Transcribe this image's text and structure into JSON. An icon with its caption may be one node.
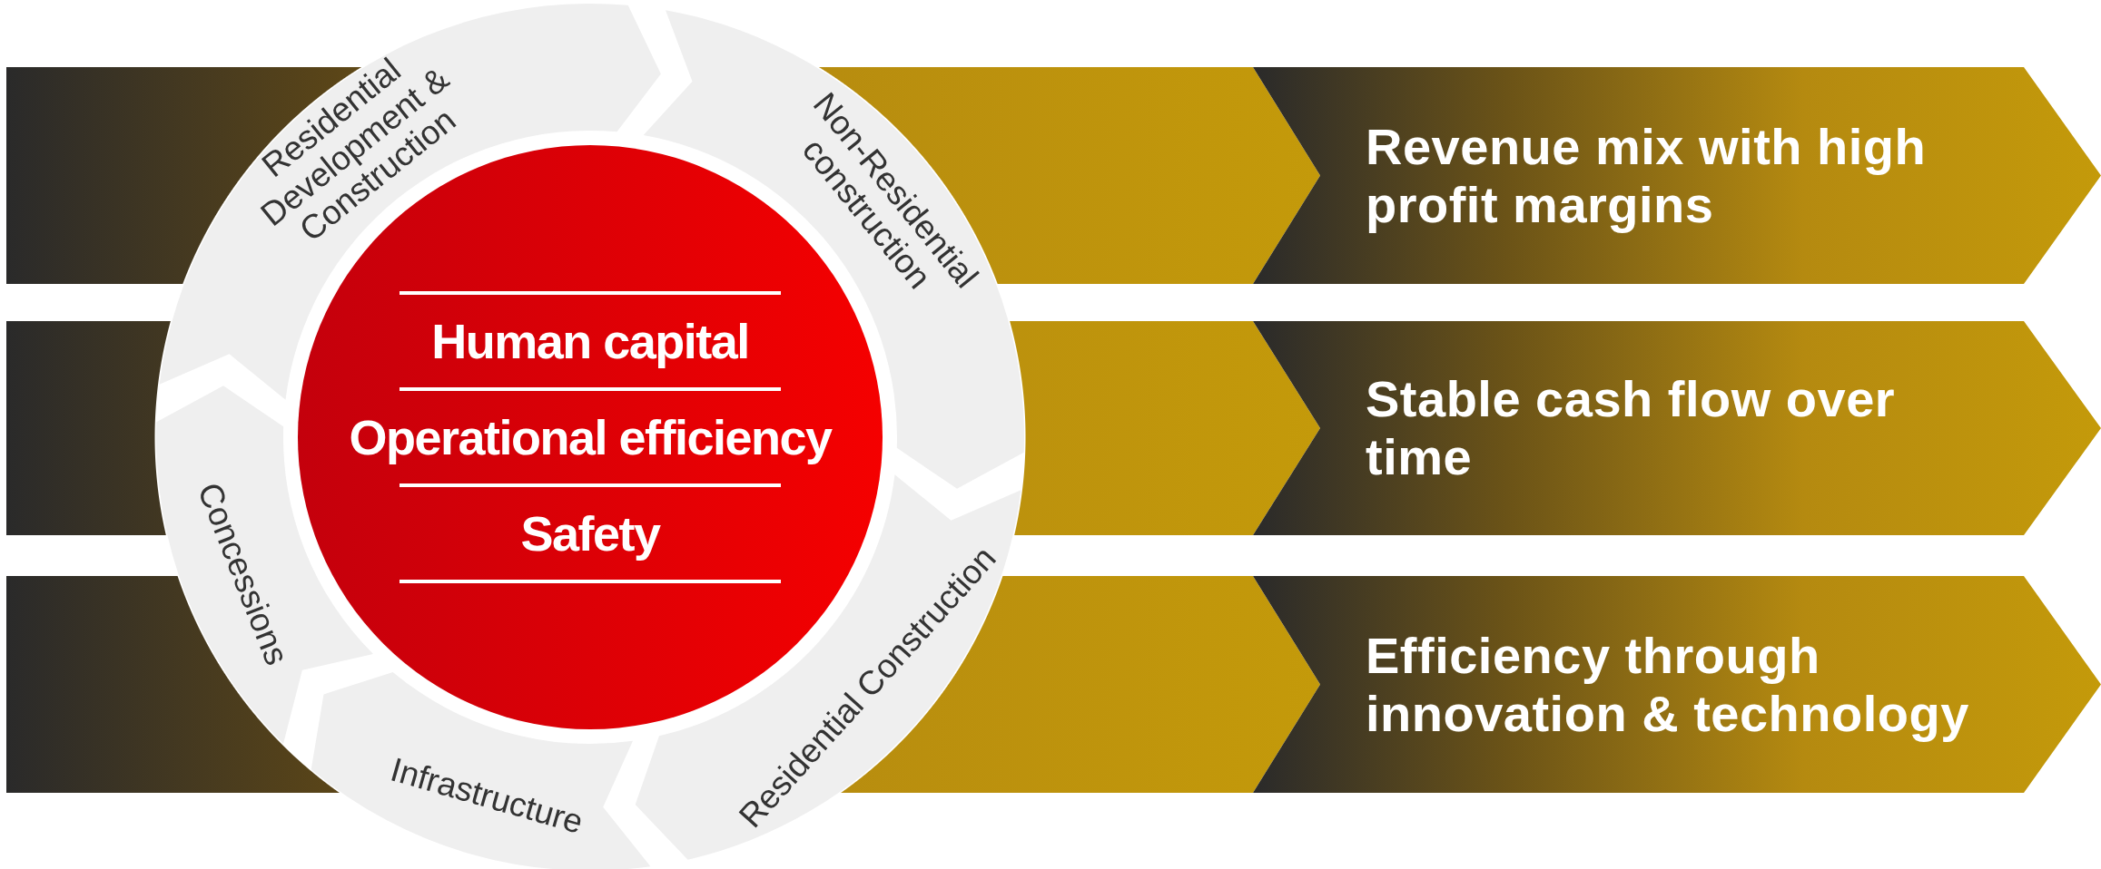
{
  "diagram": {
    "nodes": [
      {
        "text": [
          "Human capital",
          "Operational efficiency",
          "Safety"
        ]
      },
      {
        "text": [
          "Residential Development & Construction"
        ]
      },
      {
        "text": [
          "Non-Residential construction"
        ]
      },
      {
        "text": [
          "Residential Construction"
        ]
      },
      {
        "text": [
          "Infrastructure"
        ]
      },
      {
        "text": [
          "Concessions"
        ]
      },
      {
        "text": [
          "Revenue mix with high profit margins"
        ]
      },
      {
        "text": [
          "Stable cash flow over time"
        ]
      },
      {
        "text": [
          "Efficiency through innovation & technology"
        ]
      }
    ]
  }
}
